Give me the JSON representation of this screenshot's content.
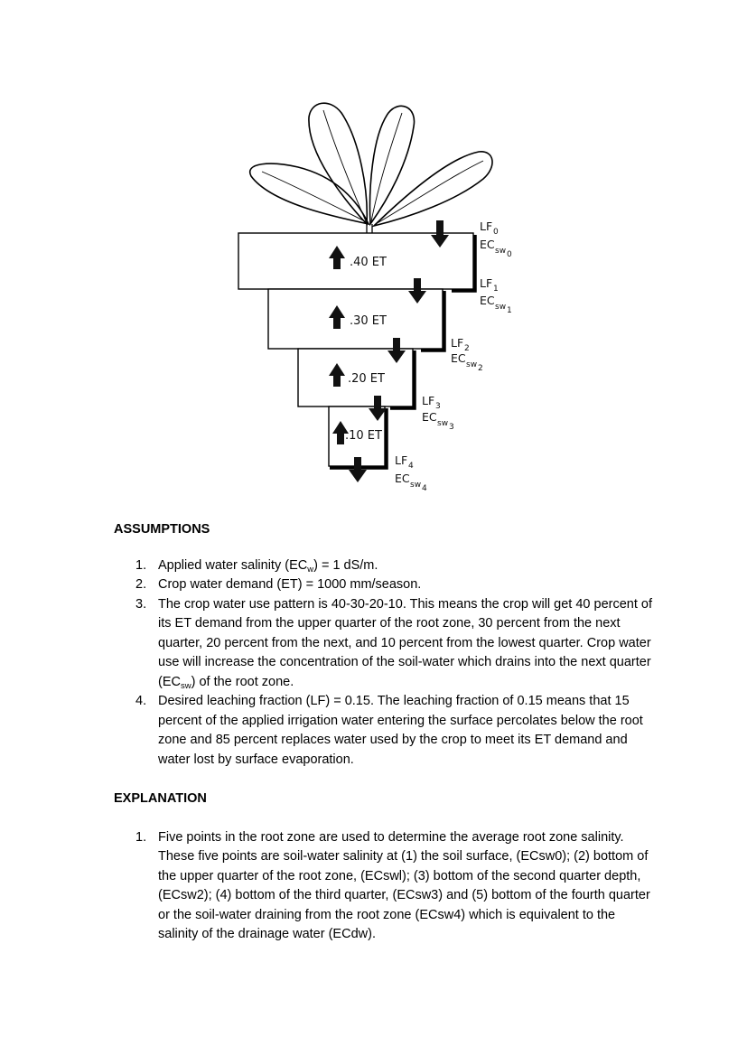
{
  "figure": {
    "zones": [
      {
        "et": ".40 ET"
      },
      {
        "et": ".30 ET"
      },
      {
        "et": ".20 ET"
      },
      {
        "et": ".10 ET"
      }
    ],
    "labels": [
      {
        "lf": "LF",
        "lf_sub": "0",
        "ec": "EC",
        "ec_sub": "sw",
        "ec_sub2": "0"
      },
      {
        "lf": "LF",
        "lf_sub": "1",
        "ec": "EC",
        "ec_sub": "sw",
        "ec_sub2": "1"
      },
      {
        "lf": "LF",
        "lf_sub": "2",
        "ec": "EC",
        "ec_sub": "sw",
        "ec_sub2": "2"
      },
      {
        "lf": "LF",
        "lf_sub": "3",
        "ec": "EC",
        "ec_sub": "sw",
        "ec_sub2": "3"
      },
      {
        "lf": "LF",
        "lf_sub": "4",
        "ec": "EC",
        "ec_sub": "sw",
        "ec_sub2": "4"
      }
    ]
  },
  "assumptions": {
    "heading": "ASSUMPTIONS",
    "items": [
      {
        "num": "1.",
        "pre": "Applied water salinity (EC",
        "sub": "w",
        "post": ") = 1 dS/m."
      },
      {
        "num": "2.",
        "pre": "Crop water demand (ET) = 1000 mm/season.",
        "sub": "",
        "post": ""
      },
      {
        "num": "3.",
        "pre": "The crop water use pattern is 40-30-20-10. This means the crop will get 40 percent of its ET demand from the upper quarter of the root zone, 30 percent from the next quarter, 20 percent from the next, and 10 percent from the lowest quarter. Crop water use will increase the concentration of the soil-water which drains into the next quarter (EC",
        "sub": "sw",
        "post": ") of the root zone."
      },
      {
        "num": "4.",
        "pre": "Desired leaching fraction (LF) = 0.15. The leaching fraction of 0.15 means that 15 percent of the applied irrigation water entering the surface percolates below the root zone and 85 percent replaces water used by the crop to meet its ET demand and water lost by surface evaporation.",
        "sub": "",
        "post": ""
      }
    ]
  },
  "explanation": {
    "heading": "EXPLANATION",
    "items": [
      {
        "num": "1.",
        "text": "Five points in the root zone are used to determine the average root zone salinity. These five points are soil-water salinity at (1) the soil surface, (ECsw0); (2) bottom of the upper quarter of the root zone, (ECswl); (3) bottom of the second quarter depth, (ECsw2); (4) bottom of the third quarter, (ECsw3) and (5) bottom of the fourth quarter or the soil-water draining from the root zone (ECsw4) which is equivalent to the salinity of the drainage water (ECdw)."
      }
    ]
  }
}
